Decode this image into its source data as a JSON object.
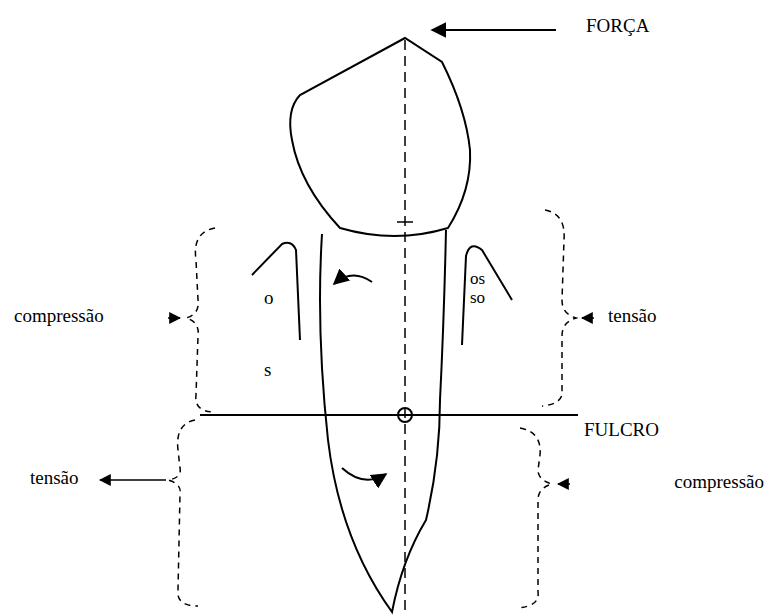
{
  "diagram": {
    "labels": [
      "FORÇA",
      "compressão",
      "o",
      "s",
      "osso",
      "tensão",
      "FULCRO",
      "tensão",
      "compressão"
    ]
  }
}
